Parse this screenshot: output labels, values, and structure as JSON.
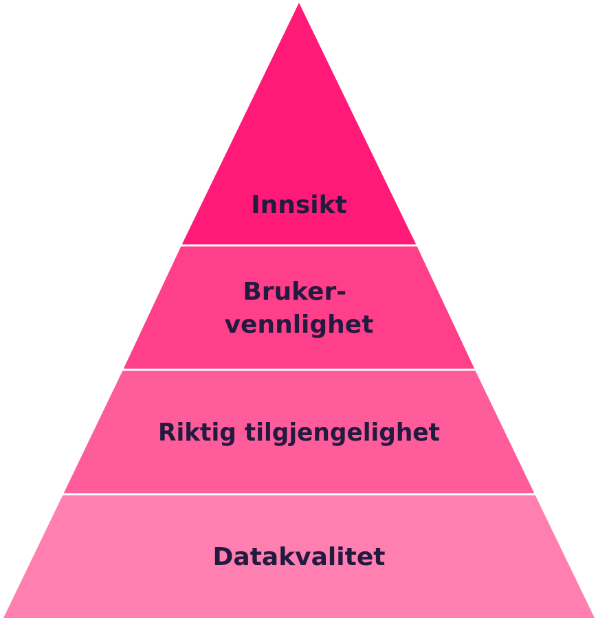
{
  "pyramid": {
    "levels": [
      {
        "lines": [
          "Innsikt"
        ],
        "color": "#ff1a78"
      },
      {
        "lines": [
          "Bruker-",
          "vennlighet"
        ],
        "color": "#ff3f8a"
      },
      {
        "lines": [
          "Riktig tilgjengelighet"
        ],
        "color": "#ff5c9b"
      },
      {
        "lines": [
          "Datakvalitet"
        ],
        "color": "#ff7fb0"
      }
    ],
    "label_color": "#231a3f",
    "divider_color": "#ffffff"
  }
}
